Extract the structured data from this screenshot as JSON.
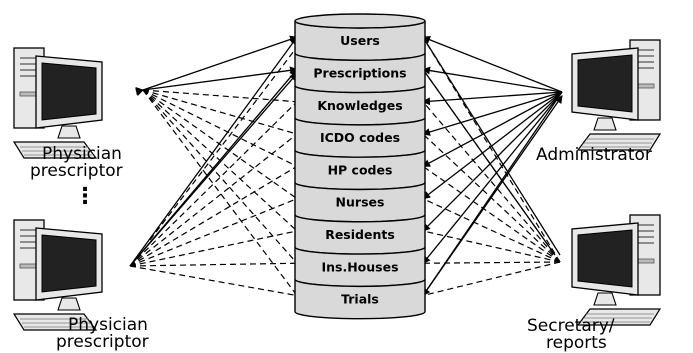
{
  "database": {
    "segments": [
      {
        "label": "Users"
      },
      {
        "label": "Prescriptions"
      },
      {
        "label": "Knowledges"
      },
      {
        "label": "ICDO codes"
      },
      {
        "label": "HP codes"
      },
      {
        "label": "Nurses"
      },
      {
        "label": "Residents"
      },
      {
        "label": "Ins.Houses"
      },
      {
        "label": "Trials"
      }
    ]
  },
  "actors": {
    "physician_top": {
      "line1": "Physician",
      "line2": "prescriptor"
    },
    "ellipsis": "⋮",
    "physician_bottom": {
      "line1": "Physician",
      "line2": "prescriptor"
    },
    "administrator": {
      "line1": "Administrator"
    },
    "secretary": {
      "line1": "Secretary/",
      "line2": "reports"
    }
  },
  "colors": {
    "segment_fill": "#d9d9d9",
    "outline": "#000000",
    "screen": "#222222",
    "computer_body": "#e8e8e8"
  },
  "icons": [
    "computer-icon",
    "computer-icon",
    "computer-icon",
    "computer-icon"
  ]
}
